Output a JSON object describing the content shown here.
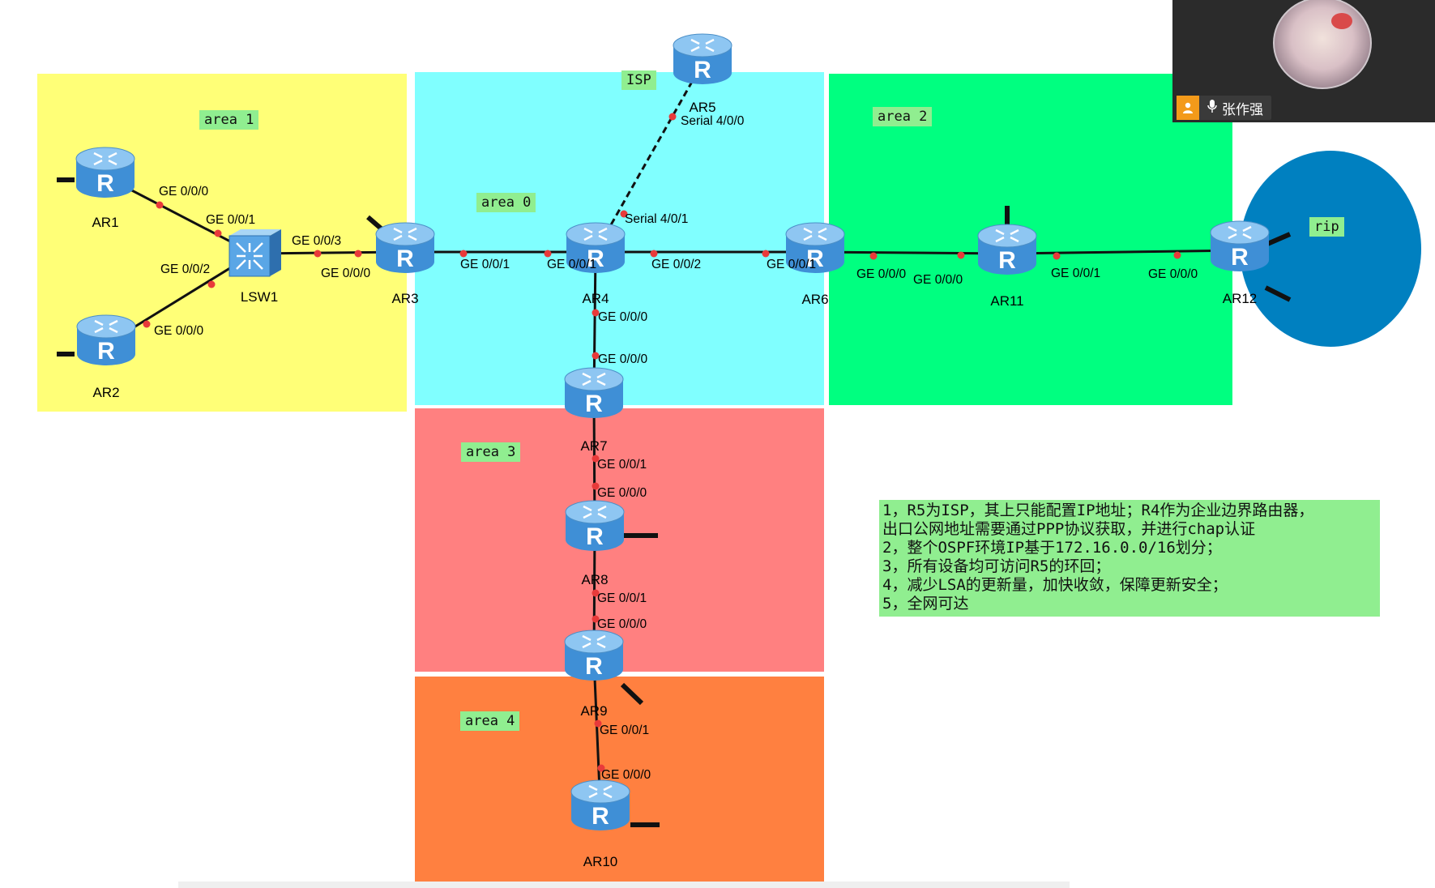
{
  "areas": [
    {
      "id": "area1",
      "label": "area 1",
      "color": "#ffff77"
    },
    {
      "id": "area0",
      "label": "area 0",
      "color": "#80ffff"
    },
    {
      "id": "area2",
      "label": "area 2",
      "color": "#00ff80"
    },
    {
      "id": "area3",
      "label": "area 3",
      "color": "#ff8080"
    },
    {
      "id": "area4",
      "label": "area 4",
      "color": "#ff8040"
    },
    {
      "id": "rip",
      "label": "rip",
      "color": "#0080c0"
    }
  ],
  "isp_label": "ISP",
  "devices": [
    {
      "id": "AR1",
      "label": "AR1",
      "type": "router"
    },
    {
      "id": "AR2",
      "label": "AR2",
      "type": "router"
    },
    {
      "id": "LSW1",
      "label": "LSW1",
      "type": "switch"
    },
    {
      "id": "AR3",
      "label": "AR3",
      "type": "router"
    },
    {
      "id": "AR4",
      "label": "AR4",
      "type": "router"
    },
    {
      "id": "AR5",
      "label": "AR5",
      "type": "router"
    },
    {
      "id": "AR6",
      "label": "AR6",
      "type": "router"
    },
    {
      "id": "AR7",
      "label": "AR7",
      "type": "router"
    },
    {
      "id": "AR8",
      "label": "AR8",
      "type": "router"
    },
    {
      "id": "AR9",
      "label": "AR9",
      "type": "router"
    },
    {
      "id": "AR10",
      "label": "AR10",
      "type": "router"
    },
    {
      "id": "AR11",
      "label": "AR11",
      "type": "router"
    },
    {
      "id": "AR12",
      "label": "AR12",
      "type": "router"
    }
  ],
  "links": [
    {
      "from": "AR1",
      "to": "LSW1",
      "from_port": "GE 0/0/0",
      "to_port": "GE 0/0/1",
      "style": "solid"
    },
    {
      "from": "AR2",
      "to": "LSW1",
      "from_port": "GE 0/0/0",
      "to_port": "GE 0/0/2",
      "style": "solid"
    },
    {
      "from": "LSW1",
      "to": "AR3",
      "from_port": "GE 0/0/3",
      "to_port": "GE 0/0/0",
      "style": "solid"
    },
    {
      "from": "AR3",
      "to": "AR4",
      "from_port": "GE 0/0/1",
      "to_port": "GE 0/0/1",
      "style": "solid"
    },
    {
      "from": "AR4",
      "to": "AR5",
      "from_port": "Serial 4/0/1",
      "to_port": "Serial 4/0/0",
      "style": "dashed"
    },
    {
      "from": "AR4",
      "to": "AR6",
      "from_port": "GE 0/0/2",
      "to_port": "GE 0/0/1",
      "style": "solid"
    },
    {
      "from": "AR4",
      "to": "AR7",
      "from_port": "GE 0/0/0",
      "to_port": "GE 0/0/0",
      "style": "solid"
    },
    {
      "from": "AR6",
      "to": "AR11",
      "from_port": "GE 0/0/0",
      "to_port": "GE 0/0/0",
      "style": "solid"
    },
    {
      "from": "AR11",
      "to": "AR12",
      "from_port": "GE 0/0/1",
      "to_port": "GE 0/0/0",
      "style": "solid"
    },
    {
      "from": "AR7",
      "to": "AR8",
      "from_port": "GE 0/0/1",
      "to_port": "GE 0/0/0",
      "style": "solid"
    },
    {
      "from": "AR8",
      "to": "AR9",
      "from_port": "GE 0/0/1",
      "to_port": "GE 0/0/0",
      "style": "solid"
    },
    {
      "from": "AR9",
      "to": "AR10",
      "from_port": "GE 0/0/1",
      "to_port": "GE 0/0/0",
      "style": "solid"
    }
  ],
  "requirements": [
    "1，R5为ISP，其上只能配置IP地址；R4作为企业边界路由器，",
    "出口公网地址需要通过PPP协议获取，并进行chap认证",
    "2，整个OSPF环境IP基于172.16.0.0/16划分；",
    "3，所有设备均可访问R5的环回；",
    "4，减少LSA的更新量，加快收敛，保障更新安全；",
    "5，全网可达"
  ],
  "video_overlay": {
    "speaker_name": "张作强",
    "user_icon": "user-icon",
    "mic_icon": "microphone-icon"
  },
  "colors": {
    "router_body": "#3f8fd6",
    "router_top": "#8ec6f2",
    "link": "#111111",
    "port_dot": "#e83a3a",
    "note_bg": "#90ee90"
  }
}
